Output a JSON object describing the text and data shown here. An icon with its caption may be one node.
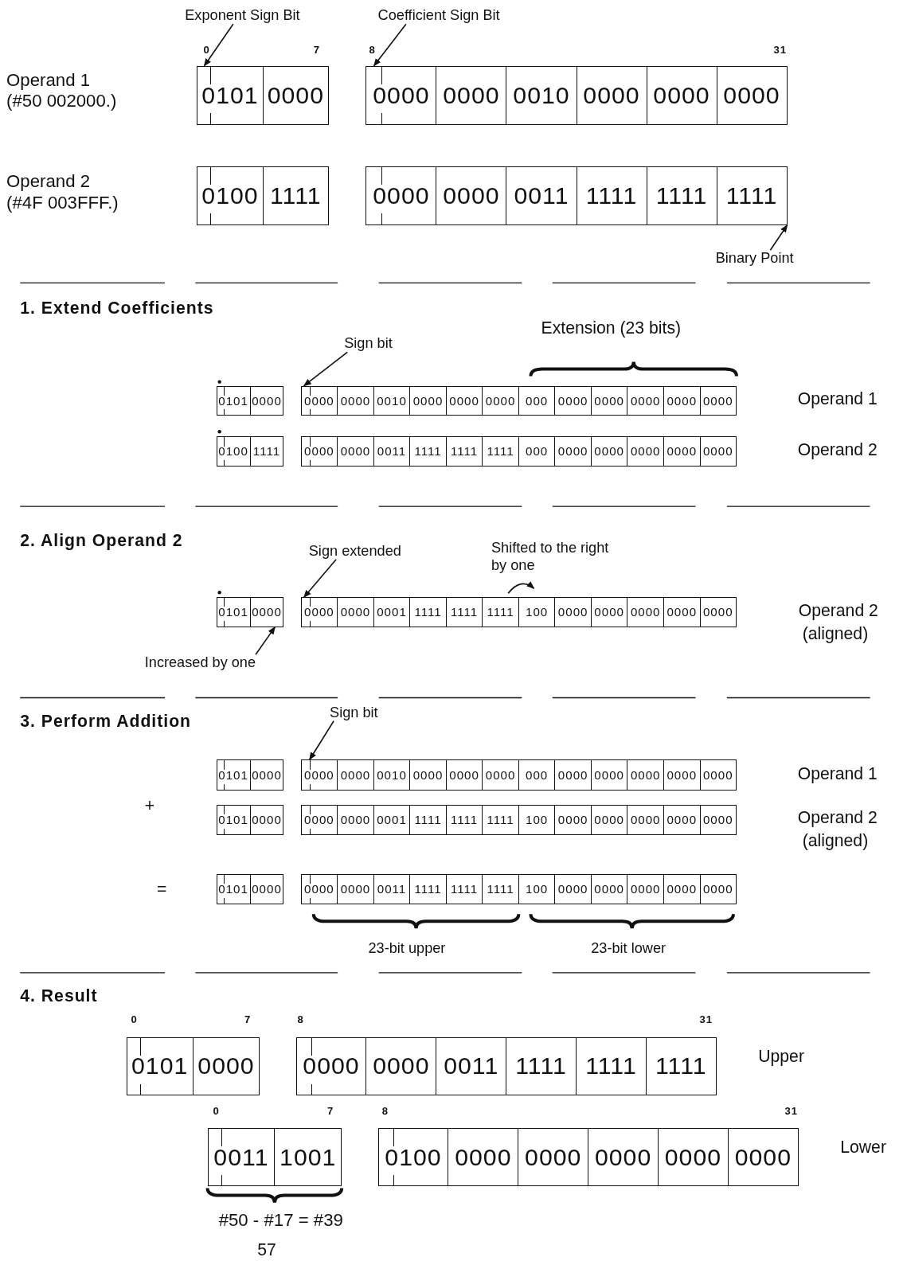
{
  "diagram": {
    "nodes": [
      {
        "text": [
          "Exponent Sign Bit"
        ]
      },
      {
        "text": [
          "Coefficient Sign Bit"
        ]
      },
      {
        "text": [
          "0101",
          "0000"
        ]
      },
      {
        "text": [
          "0000",
          "0000",
          "0010",
          "0000",
          "0000",
          "0000"
        ]
      },
      {
        "text": [
          "0100",
          "1111"
        ]
      },
      {
        "text": [
          "0000",
          "0000",
          "0011",
          "1111",
          "1111",
          "1111"
        ]
      },
      {
        "text": [
          "Binary Point"
        ]
      },
      {
        "text": [
          "Sign bit"
        ]
      },
      {
        "text": [
          "0101",
          "0000"
        ]
      },
      {
        "text": [
          "0000",
          "0000",
          "0010",
          "0000",
          "0000",
          "0000",
          "000",
          "0000",
          "0000",
          "0000",
          "0000",
          "0000"
        ]
      },
      {
        "text": [
          "0100",
          "1111"
        ]
      },
      {
        "text": [
          "0000",
          "0000",
          "0011",
          "1111",
          "1111",
          "1111",
          "000",
          "0000",
          "0000",
          "0000",
          "0000",
          "0000"
        ]
      },
      {
        "text": [
          "Sign extended"
        ]
      },
      {
        "text": [
          "0101",
          "0000"
        ]
      },
      {
        "text": [
          "0000",
          "0000",
          "0001",
          "1111",
          "1111",
          "1111",
          "100",
          "0000",
          "0000",
          "0000",
          "0000",
          "0000"
        ]
      },
      {
        "text": [
          "Increased by one"
        ]
      },
      {
        "text": [
          "Sign bit"
        ]
      },
      {
        "text": [
          "0101",
          "0000"
        ]
      },
      {
        "text": [
          "0000",
          "0000",
          "0010",
          "0000",
          "0000",
          "0000",
          "000",
          "0000",
          "0000",
          "0000",
          "0000",
          "0000"
        ]
      },
      {
        "text": [
          "0101",
          "0000"
        ]
      },
      {
        "text": [
          "0000",
          "0000",
          "0001",
          "1111",
          "1111",
          "1111",
          "100",
          "0000",
          "0000",
          "0000",
          "0000",
          "0000"
        ]
      },
      {
        "text": [
          "0101",
          "0000"
        ]
      },
      {
        "text": [
          "0000",
          "0000",
          "0011",
          "1111",
          "1111",
          "1111",
          "100",
          "0000",
          "0000",
          "0000",
          "0000",
          "0000"
        ]
      },
      {
        "text": [
          "0101",
          "0000"
        ]
      },
      {
        "text": [
          "0000",
          "0000",
          "0011",
          "1111",
          "1111",
          "1111"
        ]
      },
      {
        "text": [
          "0011",
          "1001"
        ]
      },
      {
        "text": [
          "0100",
          "0000",
          "0000",
          "0000",
          "0000",
          "0000"
        ]
      }
    ],
    "edges": [
      {
        "from": 0,
        "to": 2,
        "arrow": "to"
      },
      {
        "from": 1,
        "to": 3,
        "arrow": "to"
      },
      {
        "from": 6,
        "to": 5,
        "arrow": "to"
      },
      {
        "from": 7,
        "to": 9,
        "arrow": "to"
      },
      {
        "from": 12,
        "to": 14,
        "arrow": "to"
      },
      {
        "from": 15,
        "to": 13,
        "arrow": "to"
      },
      {
        "from": 16,
        "to": 18,
        "arrow": "to"
      }
    ],
    "labels": [
      "0",
      "7",
      "8",
      "31",
      "Operand 1",
      "(#50  002000.)",
      "Operand 2",
      "(#4F  003FFF.)",
      "1. Extend Coefficients",
      "Extension (23 bits)",
      "Operand 1",
      "Operand 2",
      "2. Align Operand 2",
      "Shifted to the right by one",
      "Operand 2",
      "(aligned)",
      "3. Perform Addition",
      "+",
      "Operand 1",
      "Operand 2",
      "(aligned)",
      "=",
      "23-bit upper",
      "23-bit lower",
      "4. Result",
      "0",
      "7",
      "8",
      "31",
      "Upper",
      "0",
      "7",
      "8",
      "31",
      "Lower",
      "#50 - #17 = #39",
      "57"
    ]
  }
}
